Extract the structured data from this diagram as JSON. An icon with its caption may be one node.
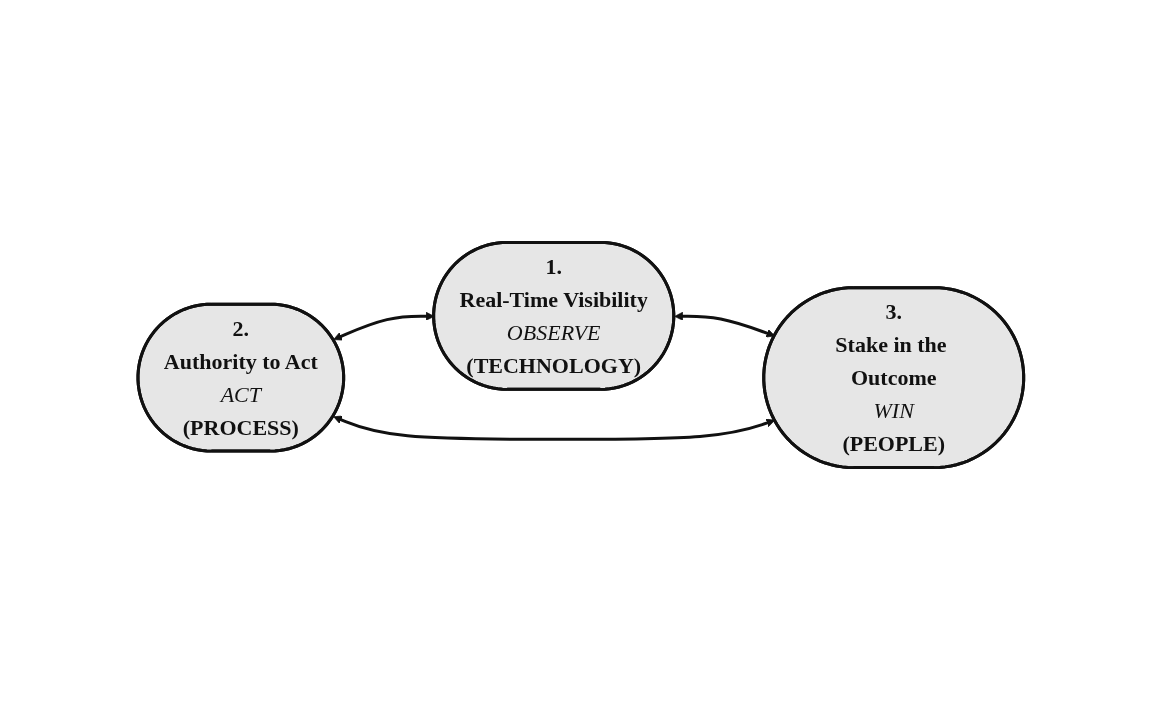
{
  "diagram": {
    "nodes": [
      {
        "text": [
          "1.",
          "Real-Time Visibility",
          "OBSERVE",
          "(TECHNOLOGY)"
        ]
      },
      {
        "text": [
          "2.",
          "Authority to Act",
          "ACT",
          "(PROCESS)"
        ]
      },
      {
        "text": [
          "3.",
          "Stake in the Outcome",
          "WIN",
          "(PEOPLE)"
        ]
      }
    ],
    "edges": [
      {
        "from": 1,
        "to": 0,
        "arrow": "both"
      },
      {
        "from": 0,
        "to": 2,
        "arrow": "both"
      },
      {
        "from": 1,
        "to": 2,
        "arrow": "both"
      }
    ]
  }
}
